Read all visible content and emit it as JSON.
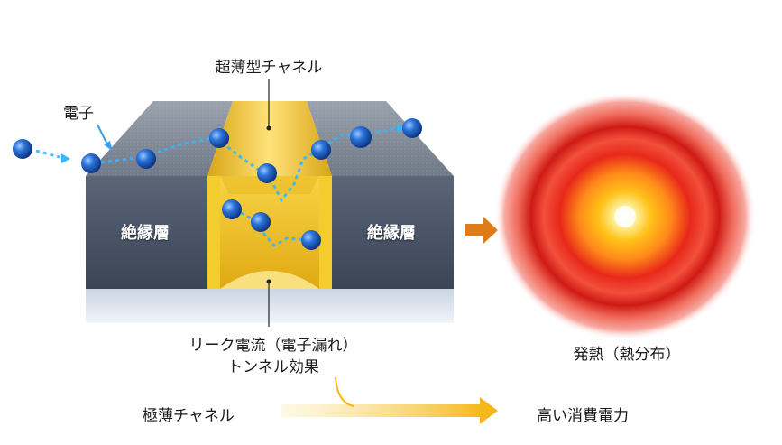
{
  "labels": {
    "channel_top": "超薄型チャネル",
    "electron": "電子",
    "insulator_left": "絶縁層",
    "insulator_right": "絶縁層",
    "leak_line1": "リーク電流（電子漏れ）",
    "leak_line2": "トンネル効果",
    "heat": "発熱（熱分布）",
    "thin_channel": "極薄チャネル",
    "high_power": "高い消費電力"
  },
  "colors": {
    "insulator_front": "#4a5668",
    "insulator_top": "#8a929e",
    "channel_gold": "#f2c31c",
    "channel_light": "#fbe27a",
    "electron_blue": "#1e63c9",
    "arrow_orange": "#e07b1a",
    "arrow_gold": "#f4b81a",
    "heat_outer": "#f04a3a",
    "heat_mid": "#e0201a",
    "heat_inner": "#ffd23a"
  }
}
